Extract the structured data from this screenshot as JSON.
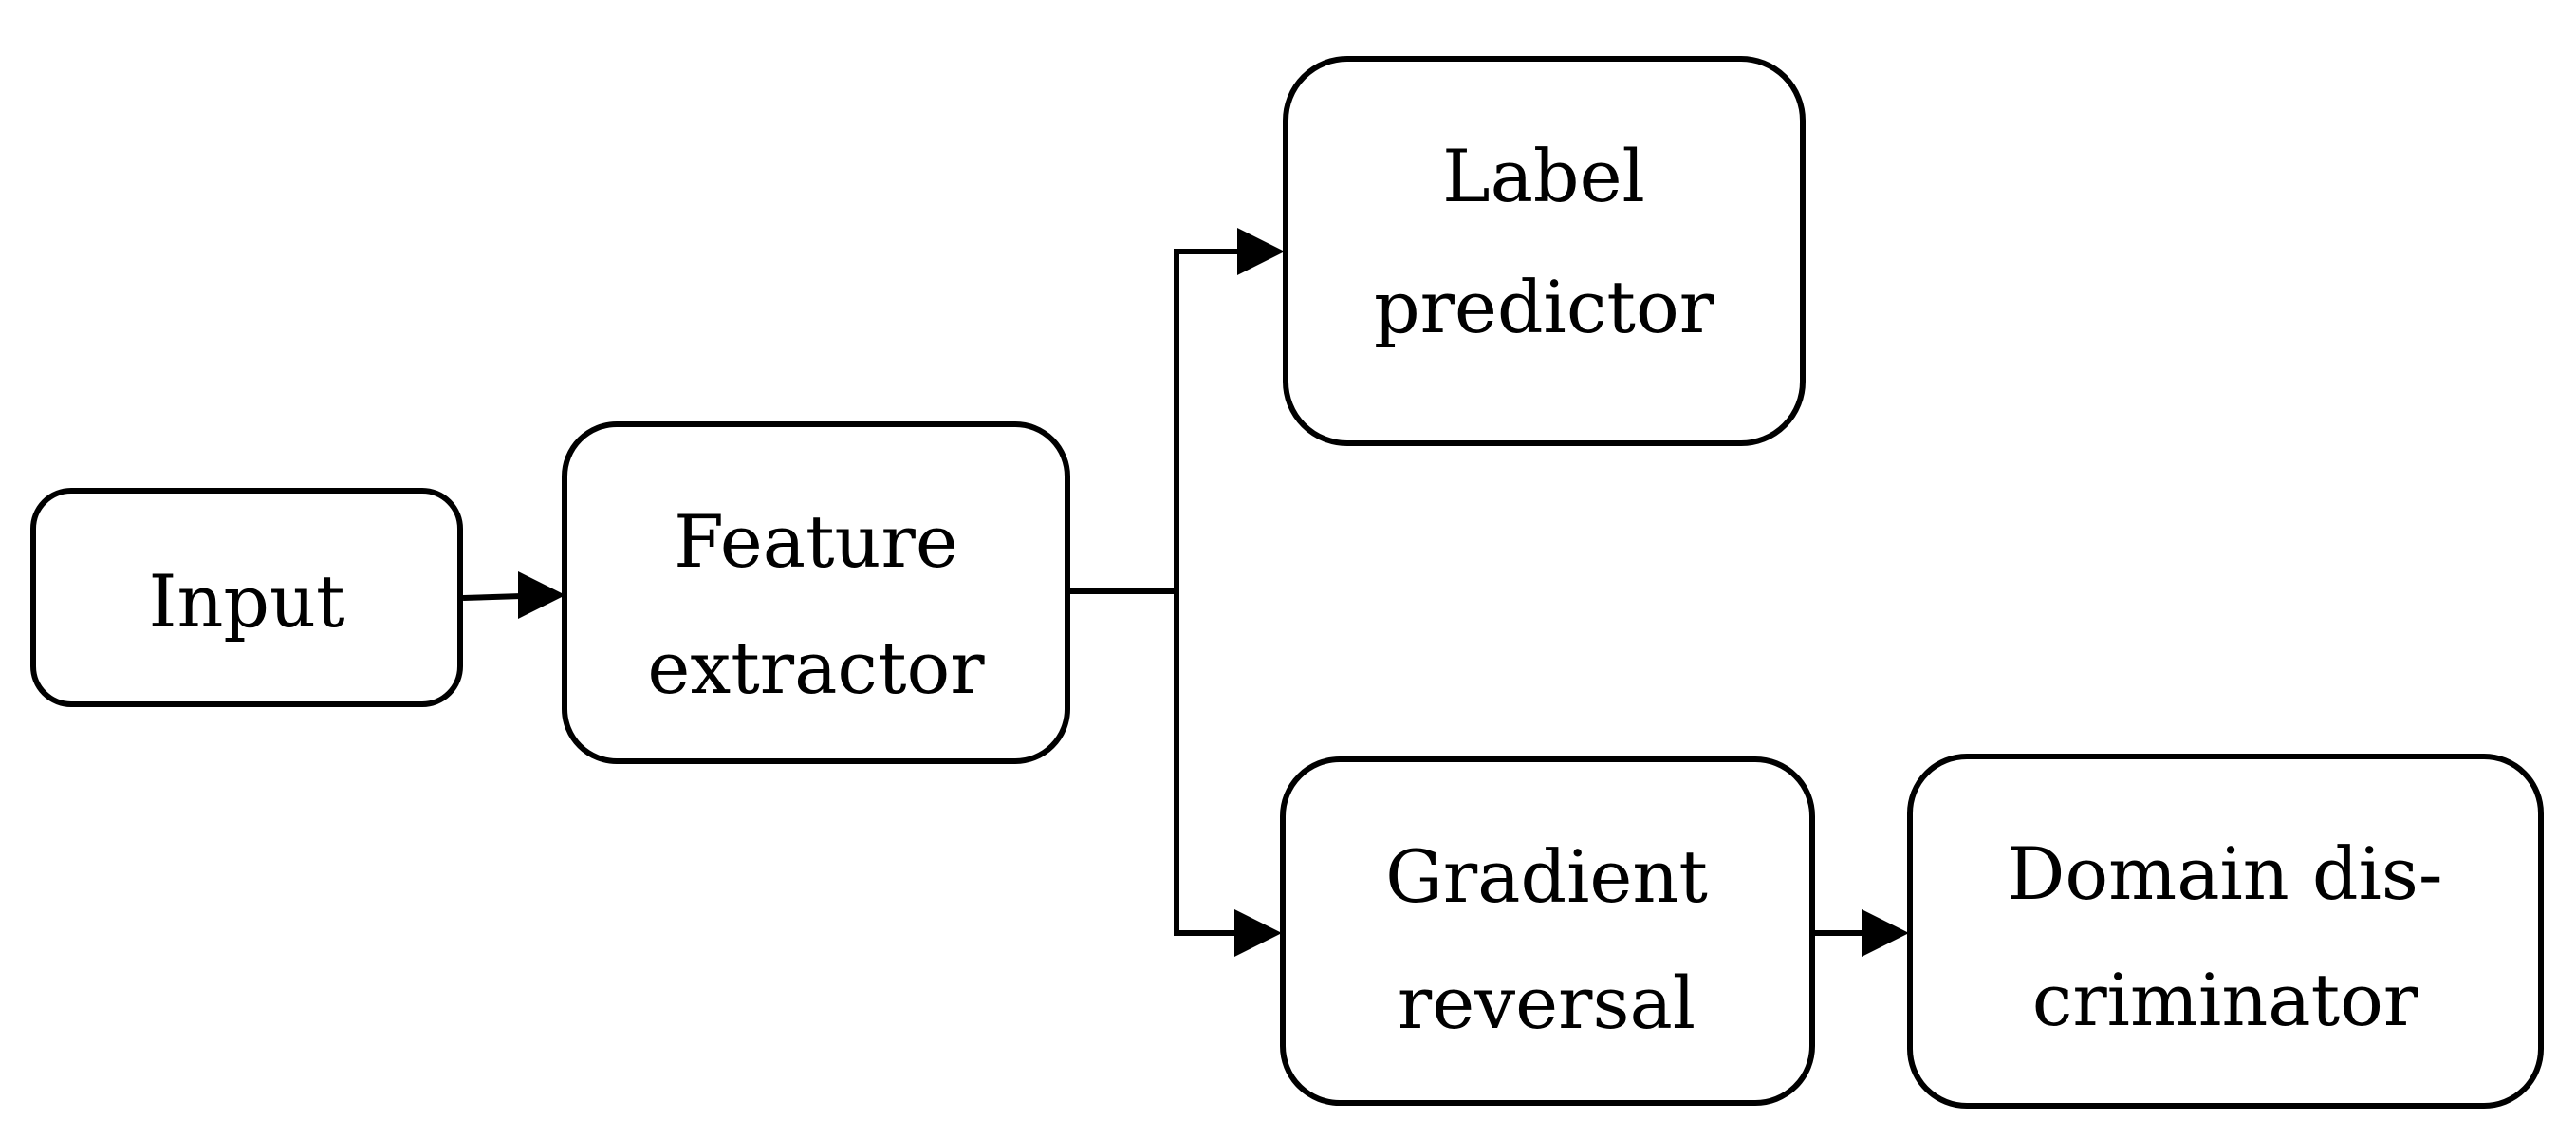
{
  "diagram": {
    "nodes": {
      "input": {
        "lines": [
          "Input"
        ]
      },
      "feature_extractor": {
        "lines": [
          "Feature",
          "extractor"
        ]
      },
      "label_predictor": {
        "lines": [
          "Label",
          "predictor"
        ]
      },
      "gradient_reversal": {
        "lines": [
          "Gradient",
          "reversal"
        ]
      },
      "domain_discriminator": {
        "lines": [
          "Domain dis-",
          "criminator"
        ]
      }
    },
    "edges": [
      {
        "from": "input",
        "to": "feature_extractor"
      },
      {
        "from": "feature_extractor",
        "to": "label_predictor"
      },
      {
        "from": "feature_extractor",
        "to": "gradient_reversal"
      },
      {
        "from": "gradient_reversal",
        "to": "domain_discriminator"
      }
    ]
  }
}
